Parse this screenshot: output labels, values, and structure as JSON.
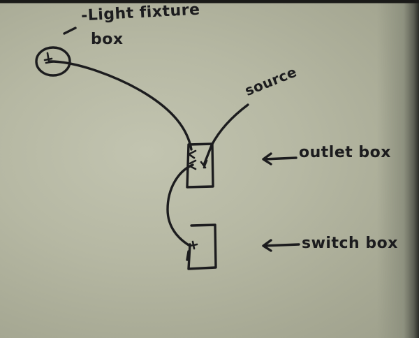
{
  "diagram": {
    "type": "hand-drawn wiring sketch",
    "ink_color": "#1c1c1e",
    "paper_color": "#b6b8a3",
    "nodes": [
      {
        "id": "light-fixture",
        "shape": "circle",
        "label_line1": "Light fixture",
        "label_line2": "box"
      },
      {
        "id": "outlet-box",
        "shape": "rectangle",
        "label": "outlet box"
      },
      {
        "id": "switch-box",
        "shape": "rectangle",
        "label": "switch box"
      }
    ],
    "labels": {
      "light_fixture_line1": "-Light fixture",
      "light_fixture_line2": "box",
      "source": "source",
      "outlet_box": "outlet box",
      "switch_box": "switch box"
    },
    "arrows": {
      "outlet_pointer": "←",
      "switch_pointer": "←"
    },
    "connections": [
      {
        "from": "light-fixture",
        "to": "outlet-box"
      },
      {
        "from": "source",
        "to": "outlet-box"
      },
      {
        "from": "outlet-box",
        "to": "switch-box"
      }
    ]
  }
}
